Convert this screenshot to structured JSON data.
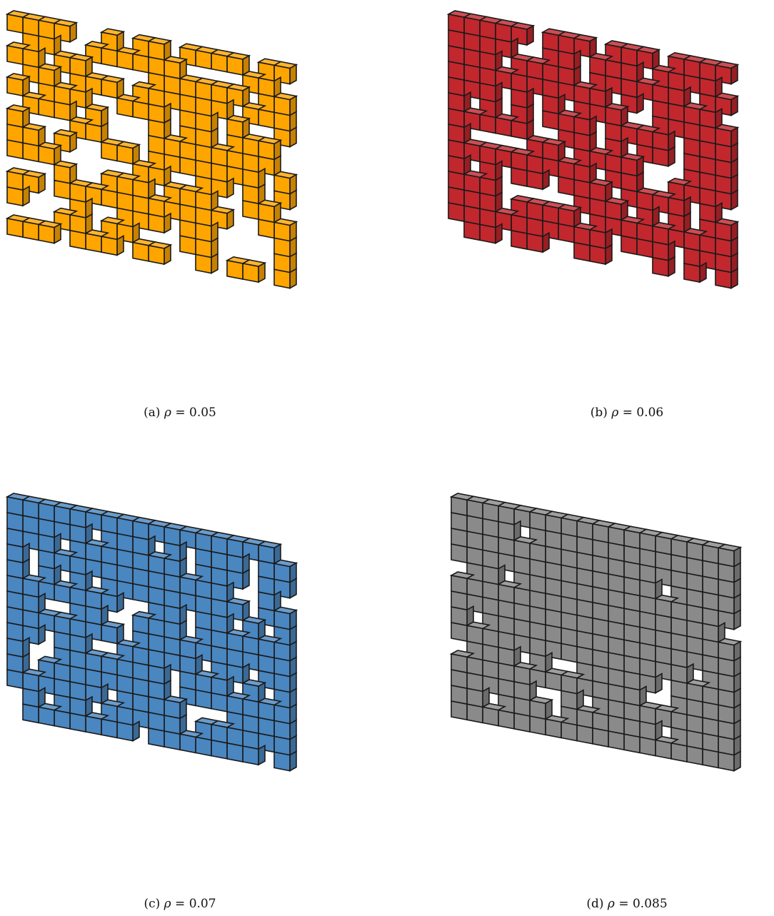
{
  "figures": [
    {
      "label": "(a)",
      "symbol": "ρ",
      "equals": "=",
      "value": "0.05",
      "color": "#FFA500",
      "density": 0.05,
      "fill_fraction": 0.6,
      "seed": 11
    },
    {
      "label": "(b)",
      "symbol": "ρ",
      "equals": "=",
      "value": "0.06",
      "color": "#C1272D",
      "density": 0.06,
      "fill_fraction": 0.72,
      "seed": 23
    },
    {
      "label": "(c)",
      "symbol": "ρ",
      "equals": "=",
      "value": "0.07",
      "color": "#4A86C0",
      "density": 0.07,
      "fill_fraction": 0.8,
      "seed": 37
    },
    {
      "label": "(d)",
      "symbol": "ρ",
      "equals": "=",
      "value": "0.085",
      "color": "#8A8A8A",
      "density": 0.085,
      "fill_fraction": 0.9,
      "seed": 53
    }
  ]
}
